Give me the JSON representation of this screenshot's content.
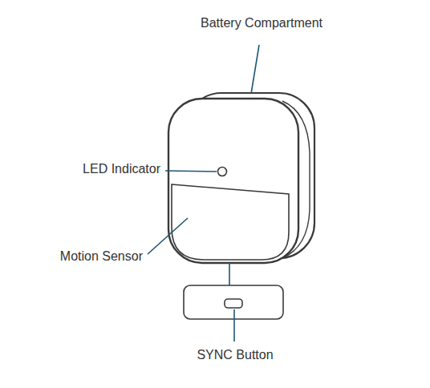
{
  "diagram": {
    "labels": [
      "Battery Compartment",
      "LED Indicator",
      "Motion Sensor",
      "SYNC Button"
    ]
  }
}
